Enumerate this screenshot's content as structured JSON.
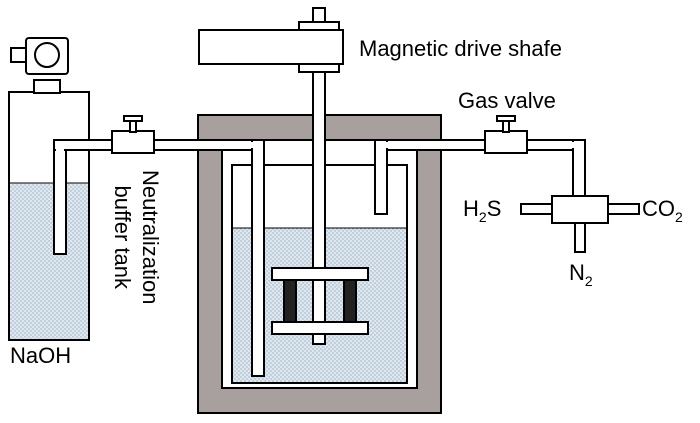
{
  "labels": {
    "drive": "Magnetic drive shafe",
    "valve": "Gas valve",
    "tank_line1": "Neutralization",
    "tank_line2": "buffer tank",
    "naoh": "NaOH",
    "h2s_main": "H",
    "h2s_sub": "2",
    "h2s_tail": "S",
    "co2_main": "CO",
    "co2_sub": "2",
    "n2_main": "N",
    "n2_sub": "2"
  },
  "colors": {
    "vessel_wall": "#a8a09e",
    "liquid": "#dde8f0",
    "stroke": "#000000",
    "fill": "#ffffff",
    "stirrer": "#222222"
  }
}
